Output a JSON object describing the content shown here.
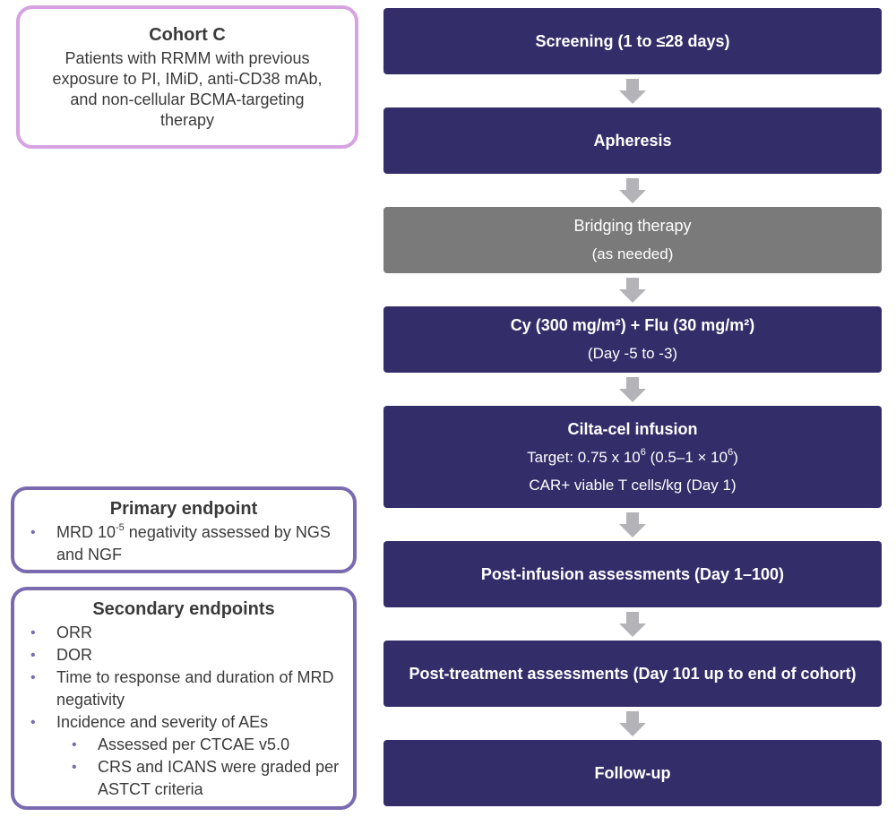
{
  "cohort": {
    "title": "Cohort C",
    "description": "Patients with RRMM with previous exposure to PI, IMiD, anti-CD38 mAb, and non-cellular BCMA-targeting therapy"
  },
  "primary_endpoint": {
    "title": "Primary endpoint",
    "items": [
      {
        "pre": "MRD 10",
        "sup": "-5",
        "post": " negativity assessed by NGS and NGF"
      }
    ]
  },
  "secondary_endpoints": {
    "title": "Secondary endpoints",
    "items": [
      "ORR",
      "DOR",
      "Time to response and duration of MRD negativity",
      "Incidence and severity of AEs"
    ],
    "subitems": [
      "Assessed per CTCAE v5.0",
      "CRS and ICANS were graded per ASTCT criteria"
    ]
  },
  "flow": {
    "screening": "Screening (1 to ≤28 days)",
    "apheresis": "Apheresis",
    "bridging_title": "Bridging therapy",
    "bridging_note": "(as needed)",
    "lymphodepletion_title": "Cy (300 mg/m²) + Flu (30 mg/m²)",
    "lymphodepletion_note": "(Day -5 to -3)",
    "infusion_title": "Cilta-cel infusion",
    "infusion_target_a": "Target: 0.75 x 10",
    "infusion_target_exp1": "6",
    "infusion_target_b": " (0.5–1 × 10",
    "infusion_target_exp2": "6",
    "infusion_target_c": ")",
    "infusion_units": "CAR+ viable T cells/kg (Day 1)",
    "post_infusion": "Post-infusion assessments (Day 1–100)",
    "post_treatment": "Post-treatment assessments (Day 101 up to end of cohort)",
    "follow_up": "Follow-up"
  },
  "colors": {
    "step_fill": "#332d69",
    "bridging_fill": "#7a7a7a",
    "cohort_border": "#d6a2e2",
    "endpoint_border": "#7a6bb1",
    "arrow": "#b3b3b8"
  }
}
